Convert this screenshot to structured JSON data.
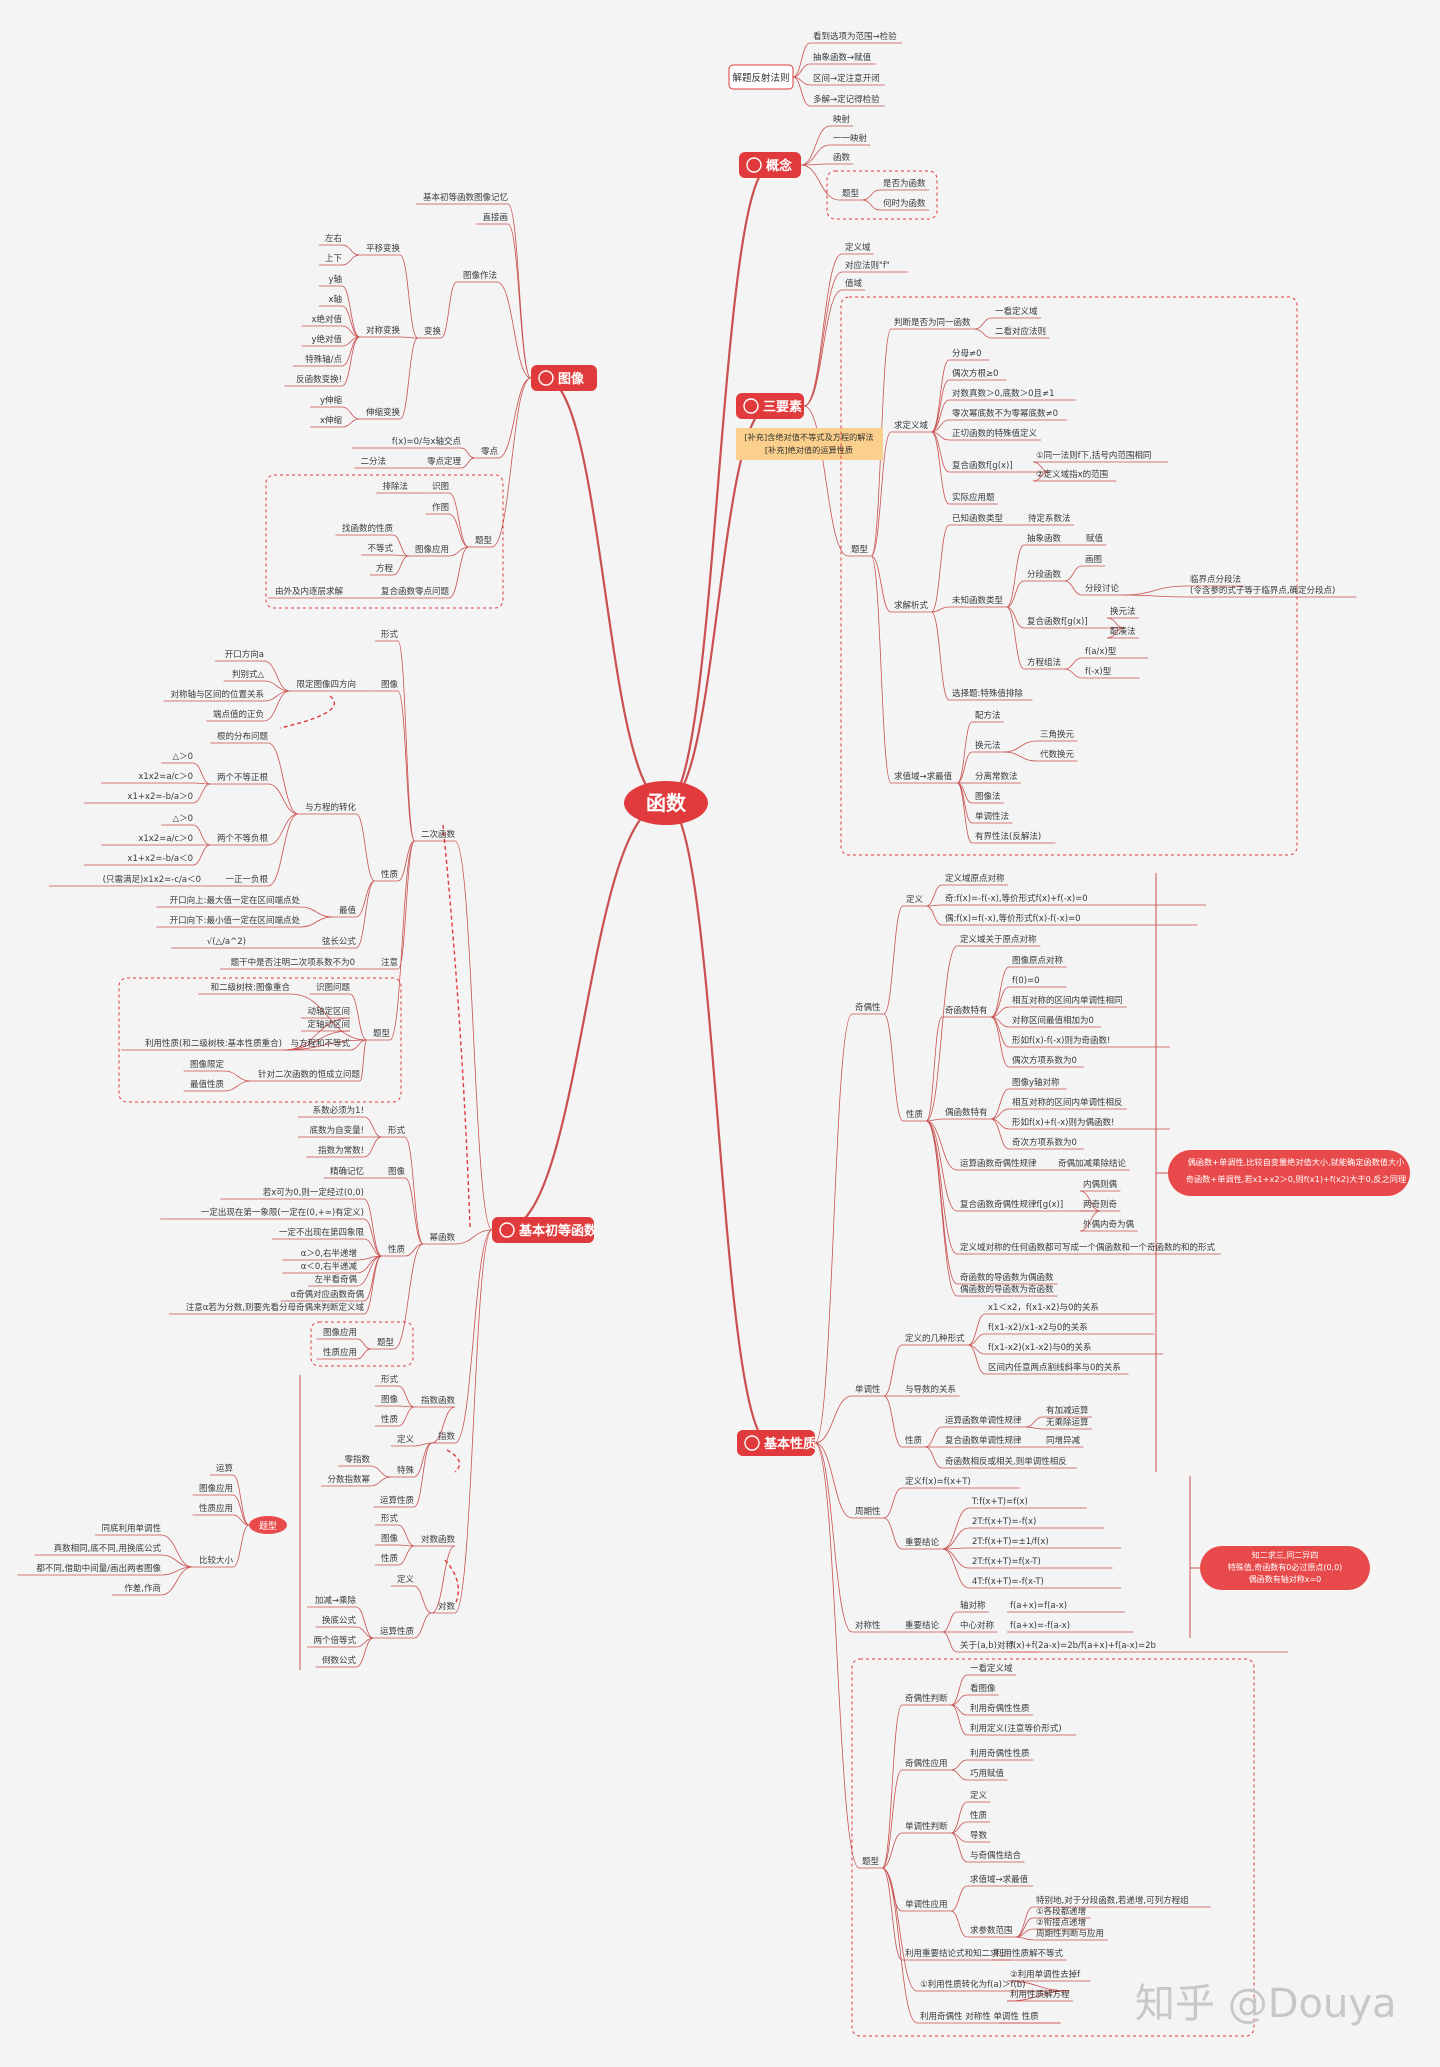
{
  "root": "函数",
  "colors": {
    "accent": "#e03a3c",
    "line": "#c9504f",
    "highlight": "#fbd08c",
    "bubble": "#e84a4b"
  },
  "branches": {
    "jietifanshe": "解题反射法则",
    "gainian": "概念",
    "sanyaosu": "三要素",
    "tuxiang": "图像",
    "jibenhanshu": "基本初等函数",
    "jibenxingzhi": "基本性质"
  },
  "jietifanshe_items": [
    "看到选项为范围→检验",
    "抽象函数→赋值",
    "区间→定注意开闭",
    "多解→定记得检验"
  ],
  "gainian_items": [
    "映射",
    "一一映射",
    "函数",
    "题型",
    "是否为函数",
    "何时为函数"
  ],
  "sanyaosu_items": [
    "定义域",
    "对应法则\"f\"",
    "值域",
    "题型"
  ],
  "highlight_box": [
    "[补充]含绝对值不等式及方程的解法",
    "[补充]绝对值的运算性质"
  ],
  "sanyaosu_tixing": {
    "panduan": [
      "判断是否为同一函数",
      "一看定义域",
      "二看对应法则"
    ],
    "qiudingyi": [
      "求定义域",
      "分母≠0",
      "偶次方根≥0",
      "对数真数＞0,底数＞0且≠1",
      "零次幂底数不为零幂底数≠0",
      "正切函数的特殊值定义",
      "复合函数f[g(x)]",
      "①同一法则f下,括号内范围相同",
      "②定义域指x的范围",
      "实际应用题"
    ],
    "qiujiexi": [
      "求解析式",
      "已知函数类型",
      "待定系数法",
      "未知函数类型",
      "抽象函数",
      "赋值",
      "分段函数",
      "画图",
      "分段讨论",
      "临界点分段法",
      "(令含参的式子等于临界点,确定分段点)",
      "复合函数f[g(x)]",
      "换元法",
      "配凑法",
      "方程组法",
      "f(a/x)型",
      "f(-x)型",
      "选择题:特殊值排除"
    ],
    "qiuzhiyu": [
      "求值域→求最值",
      "配方法",
      "换元法",
      "三角换元",
      "代数换元",
      "分离常数法",
      "图像法",
      "单调性法",
      "有界性法(反解法)"
    ]
  },
  "tuxiang_items": {
    "jiben": [
      "基本初等函数图像记忆",
      "直接画",
      "图像作法",
      "变换"
    ],
    "pingyi": [
      "平移变换",
      "左右",
      "上下"
    ],
    "duichen": [
      "对称变换",
      "y轴",
      "x轴",
      "x绝对值",
      "y绝对值",
      "特殊轴/点",
      "反函数变换!"
    ],
    "shensuo": [
      "伸缩变换",
      "y伸缩",
      "x伸缩"
    ],
    "lingdian": [
      "零点",
      "f(x)=0/与x轴交点",
      "二分法",
      "零点定理"
    ],
    "tixing": [
      "题型",
      "排除法",
      "识图",
      "作图",
      "找函数的性质",
      "图像应用",
      "不等式",
      "方程",
      "由外及内逐层求解",
      "复合函数零点问题"
    ]
  },
  "jibenhanshu_items": {
    "erci": [
      "形式",
      "开口方向a",
      "判别式△",
      "对称轴与区间的位置关系",
      "端点值的正负",
      "限定图像四方向",
      "图像",
      "根的分布问题",
      "△＞0",
      "x1x2=a/c＞0",
      "x1+x2=-b/a＞0",
      "两个不等正根",
      "△＞0",
      "x1x2=a/c＞0",
      "x1+x2=-b/a＜0",
      "两个不等负根",
      "(只需满足)x1x2=-c/a＜0",
      "一正一负根",
      "与方程的转化",
      "性质",
      "开口向上:最大值一定在区间端点处",
      "开口向下:最小值一定在区间端点处",
      "最值",
      "√(△/a^2)",
      "弦长公式",
      "二次函数",
      "题干中是否注明二次项系数不为0",
      "注意",
      "识图问题",
      "和二级树枝:图像重合",
      "动轴定区间",
      "定轴动区间",
      "利用性质(和二级树枝:基本性质重合)",
      "与方程和不等式",
      "题型",
      "图像限定",
      "最值性质",
      "针对二次函数的恒成立问题"
    ],
    "mi": [
      "系数必须为1!",
      "底数为自变量!",
      "指数为常数!",
      "形式",
      "精确记忆",
      "图像",
      "若x可为0,则一定经过(0,0)",
      "一定出现在第一象限(一定在(0,+∞)有定义)",
      "一定不出现在第四象限",
      "α＞0,右半递增",
      "α＜0,右半递减",
      "左半看奇偶",
      "α奇偶对应函数奇偶",
      "注意α若为分数,则要先看分母奇偶来判断定义域",
      "性质",
      "幂函数",
      "图像应用",
      "性质应用",
      "题型"
    ],
    "zhishu": [
      "形式",
      "图像",
      "性质",
      "指数函数",
      "定义",
      "零指数",
      "分数指数幂",
      "特殊",
      "运算性质",
      "指数"
    ],
    "duishu": [
      "形式",
      "图像",
      "性质",
      "对数函数",
      "定义",
      "加减→乘除",
      "换底公式",
      "两个倍等式",
      "倒数公式",
      "运算性质",
      "对数"
    ],
    "tixing": [
      "题型",
      "运算",
      "图像应用",
      "性质应用",
      "同底利用单调性",
      "真数相同,底不同,用换底公式",
      "都不同,借助中间量/画出两者图像",
      "作差,作商",
      "比较大小"
    ]
  },
  "jibenxingzhi_items": {
    "jiou": [
      "定义",
      "定义域原点对称",
      "奇:f(x)=-f(-x),等价形式f(x)+f(-x)=0",
      "偶:f(x)=f(-x),等价形式f(x)-f(-x)=0",
      "奇偶性",
      "性质",
      "定义域关于原点对称",
      "奇函数特有",
      "图像原点对称",
      "f(0)=0",
      "相互对称的区间内单调性相同",
      "对称区间最值相加为0",
      "形如f(x)-f(-x)则为奇函数!",
      "偶次方项系数为0",
      "偶函数特有",
      "图像y轴对称",
      "相互对称的区间内单调性相反",
      "形如f(x)+f(-x)则为偶函数!",
      "奇次方项系数为0",
      "运算函数奇偶性规律",
      "奇偶加减乘除结论",
      "复合函数奇偶性规律f[g(x)]",
      "内偶则偶",
      "两奇则奇",
      "外偶内奇为偶",
      "定义域对称的任何函数都可写成一个偶函数和一个奇函数的和的形式",
      "奇函数的导函数为偶函数",
      "偶函数的导函数为奇函数"
    ],
    "danjiao": [
      "单调性",
      "定义的几种形式",
      "x1＜x2，f(x1-x2)与0的关系",
      "f(x1-x2)/x1-x2与0的关系",
      "f(x1-x2)(x1-x2)与0的关系",
      "区间内任意两点割线斜率与0的关系",
      "与导数的关系",
      "性质",
      "运算函数单调性规律",
      "有加减运算",
      "无乘除运算",
      "复合函数单调性规律",
      "同增异减",
      "奇函数相反或相关,则单调性相反"
    ],
    "bubble1": [
      "偶函数+单调性,比较自变量绝对值大小,就能确定函数值大小",
      "奇函数+单调性,若x1+x2＞0,则f(x1)+f(x2)大于0,反之同理"
    ],
    "zhouqi": [
      "周期性",
      "定义f(x)=f(x+T)",
      "重要结论",
      "T:f(x+T)=f(x)",
      "2T:f(x+T)=-f(x)",
      "2T:f(x+T)=±1/f(x)",
      "2T:f(x+T)=f(x-T)",
      "4T:f(x+T)=-f(x-T)"
    ],
    "bubble2": [
      "知二求三,同二异四",
      "特殊值,奇函数有0必过原点(0,0)",
      "偶函数有轴对称x=0"
    ],
    "duichen": [
      "对称性",
      "重要结论",
      "轴对称",
      "f(a+x)=f(a-x)",
      "中心对称",
      "f(a+x)=-f(a-x)",
      "关于(a,b)对称",
      "f(x)+f(2a-x)=2b/f(a+x)+f(a-x)=2b"
    ],
    "tixing": [
      "题型",
      "奇偶性判断",
      "一看定义域",
      "看图像",
      "利用奇偶性性质",
      "利用定义(注意等价形式)",
      "奇偶性应用",
      "利用奇偶性性质",
      "巧用赋值",
      "单调性判断",
      "定义",
      "性质",
      "导数",
      "与奇偶性结合",
      "单调性应用",
      "求值域→求最值",
      "求参数范围",
      "特别地,对于分段函数,若递增,可列方程组",
      "①各段都递增",
      "②衔接点递增",
      "周期性判断与应用",
      "利用重要结论式和知二求三",
      "利用性质解不等式",
      "①利用性质转化为f(a)＞f(b)",
      "②利用单调性去掉f",
      "利用性质解方程",
      "利用奇偶性 对称性 单调性 性质"
    ]
  },
  "watermark": "知乎 @Douya"
}
